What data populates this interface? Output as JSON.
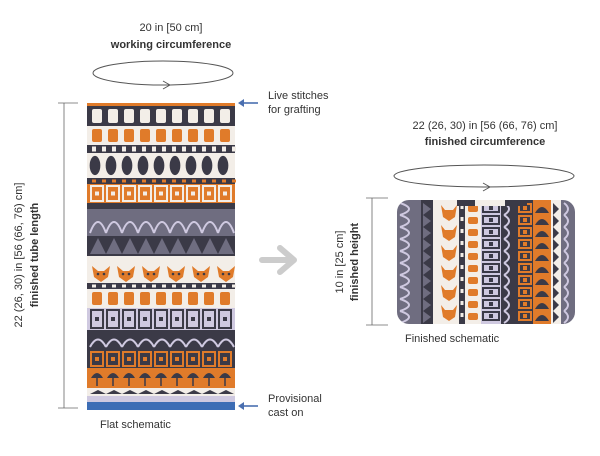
{
  "flat": {
    "circumference_value": "20 in [50 cm]",
    "circumference_label": "working circumference",
    "length_value": "22 (26, 30) in [56 (66, 76) cm]",
    "length_label": "finished tube length",
    "live_stitches": [
      "Live stitches",
      "for grafting"
    ],
    "provisional": [
      "Provisional",
      "cast on"
    ],
    "caption": "Flat schematic"
  },
  "finished": {
    "circumference_value": "22 (26, 30) in [56 (66, 76) cm]",
    "circumference_label": "finished circumference",
    "height_value": "10 in [25 cm]",
    "height_label": "finished height",
    "caption": "Finished schematic"
  },
  "colors": {
    "orange": "#e07b2a",
    "dark": "#3b3a47",
    "grey": "#6f6d80",
    "lavender": "#cfc9e0",
    "cream": "#f3eee8",
    "blue": "#3d6db5",
    "arrow": "#cccccc"
  }
}
